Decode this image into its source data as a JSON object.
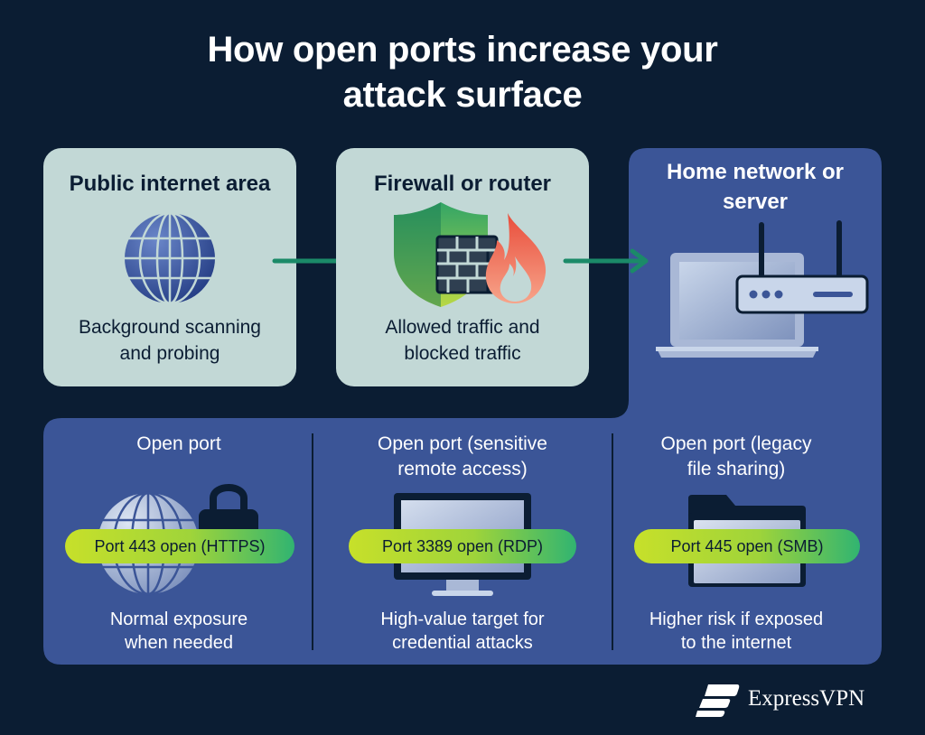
{
  "title": {
    "line1": "How open ports increase your",
    "line2": "attack surface"
  },
  "top_boxes": [
    {
      "title": "Public internet area",
      "desc1": "Background scanning",
      "desc2": "and probing",
      "icon": "globe-icon"
    },
    {
      "title": "Firewall or router",
      "desc1": "Allowed traffic and",
      "desc2": "blocked traffic",
      "icon": "shield-firewall-icon"
    },
    {
      "title1": "Home network or",
      "title2": "server",
      "icon": "laptop-router-icon"
    }
  ],
  "ports": [
    {
      "title1": "Open port",
      "title2": "",
      "pill": "Port 443 open (HTTPS)",
      "desc1": "Normal exposure",
      "desc2": "when needed",
      "icon": "globe-lock-icon"
    },
    {
      "title1": "Open port (sensitive",
      "title2": "remote access)",
      "pill": "Port 3389 open (RDP)",
      "desc1": "High-value target for",
      "desc2": "credential attacks",
      "icon": "monitor-icon"
    },
    {
      "title1": "Open port (legacy",
      "title2": "file sharing)",
      "pill": "Port 445 open (SMB)",
      "desc1": "Higher risk if exposed",
      "desc2": "to the internet",
      "icon": "folder-icon"
    }
  ],
  "brand": {
    "name": "ExpressVPN",
    "icon": "expressvpn-logo-icon"
  },
  "colors": {
    "background": "#0b1d33",
    "light_box": "#c2d8d6",
    "blue_panel": "#3b5597",
    "arrow": "#1b8a68",
    "pill_start": "#c7e02a",
    "pill_end": "#31b471"
  }
}
